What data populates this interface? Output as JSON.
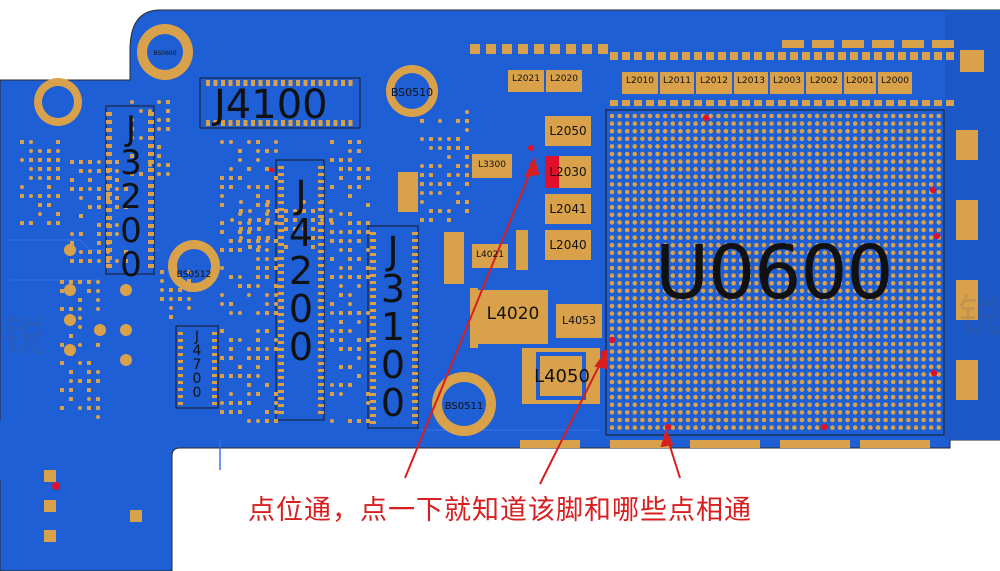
{
  "board": {
    "colors": {
      "board": "#1e5fd6",
      "pad": "#d9a24a",
      "via": "#d9a24a",
      "highlight": "#e0102a",
      "outline": "#1a1a1a"
    }
  },
  "labels": {
    "U0600": "U0600",
    "J4100": "J4100",
    "J3200": "J3200",
    "J4200": "J4200",
    "J3100": "J3100",
    "J4700": "J4700",
    "L4020": "L4020",
    "L4050": "L4050",
    "L4053": "L4053",
    "L4021": "L4021",
    "L2050": "L2050",
    "L2030": "L2030",
    "L2041": "L2041",
    "L2040": "L2040",
    "L2021": "L2021",
    "L2020": "L2020",
    "L2010": "L2010",
    "L2011": "L2011",
    "L2012": "L2012",
    "L2013": "L2013",
    "L2003": "L2003",
    "L2002": "L2002",
    "L2001": "L2001",
    "L2000": "L2000",
    "L3300": "L3300",
    "BS0510": "BS0510",
    "BS0511": "BS0511",
    "BS0512": "BS0512",
    "BS0600": "BS0600"
  },
  "annotation": {
    "caption": "点位通，点一下就知道该脚和哪些点相通",
    "color": "#d81e1e"
  },
  "watermark": {
    "text_left": "锐",
    "text_right": "锐"
  }
}
